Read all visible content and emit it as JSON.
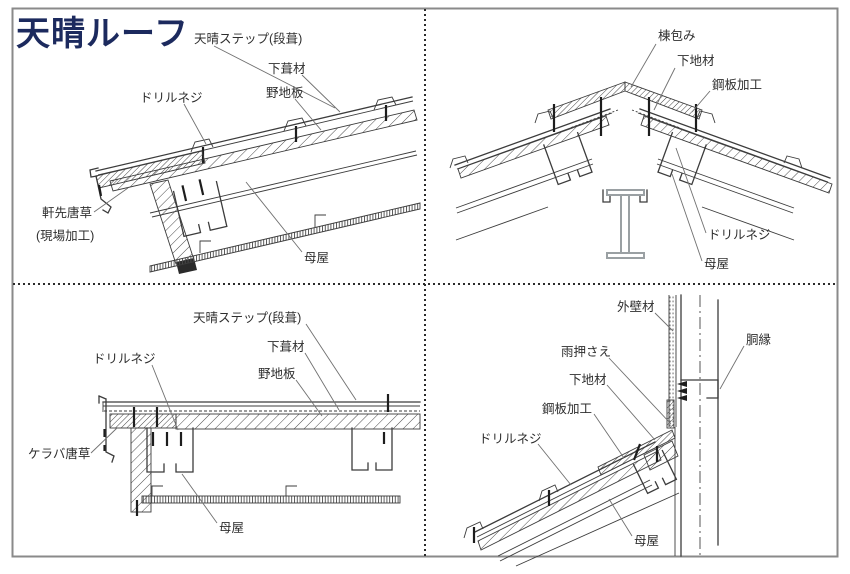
{
  "title": "天晴ルーフ",
  "colors": {
    "title_navy": "#1c2a5e",
    "line_dark": "#3c3c3c",
    "steel_gray": "#9aa0a3",
    "border_gray": "#8a8a8a"
  },
  "panels": {
    "eave": {
      "labels": {
        "step": "天晴ステップ(段葺)",
        "underlayment": "下葺材",
        "sheathing": "野地板",
        "drill_screw": "ドリルネジ",
        "eave_trim_line1": "軒先唐草",
        "eave_trim_line2": "(現場加工)",
        "purlin": "母屋"
      }
    },
    "ridge": {
      "labels": {
        "ridge_cap": "棟包み",
        "base_material": "下地材",
        "steel_work": "鋼板加工",
        "drill_screw": "ドリルネジ",
        "purlin": "母屋"
      }
    },
    "verge": {
      "labels": {
        "step": "天晴ステップ(段葺)",
        "underlayment": "下葺材",
        "sheathing": "野地板",
        "drill_screw": "ドリルネジ",
        "verge_trim": "ケラバ唐草",
        "purlin": "母屋"
      }
    },
    "wall": {
      "labels": {
        "siding": "外壁材",
        "furring": "胴縁",
        "flashing": "雨押さえ",
        "base_material": "下地材",
        "steel_work": "鋼板加工",
        "drill_screw": "ドリルネジ",
        "purlin": "母屋"
      }
    }
  }
}
